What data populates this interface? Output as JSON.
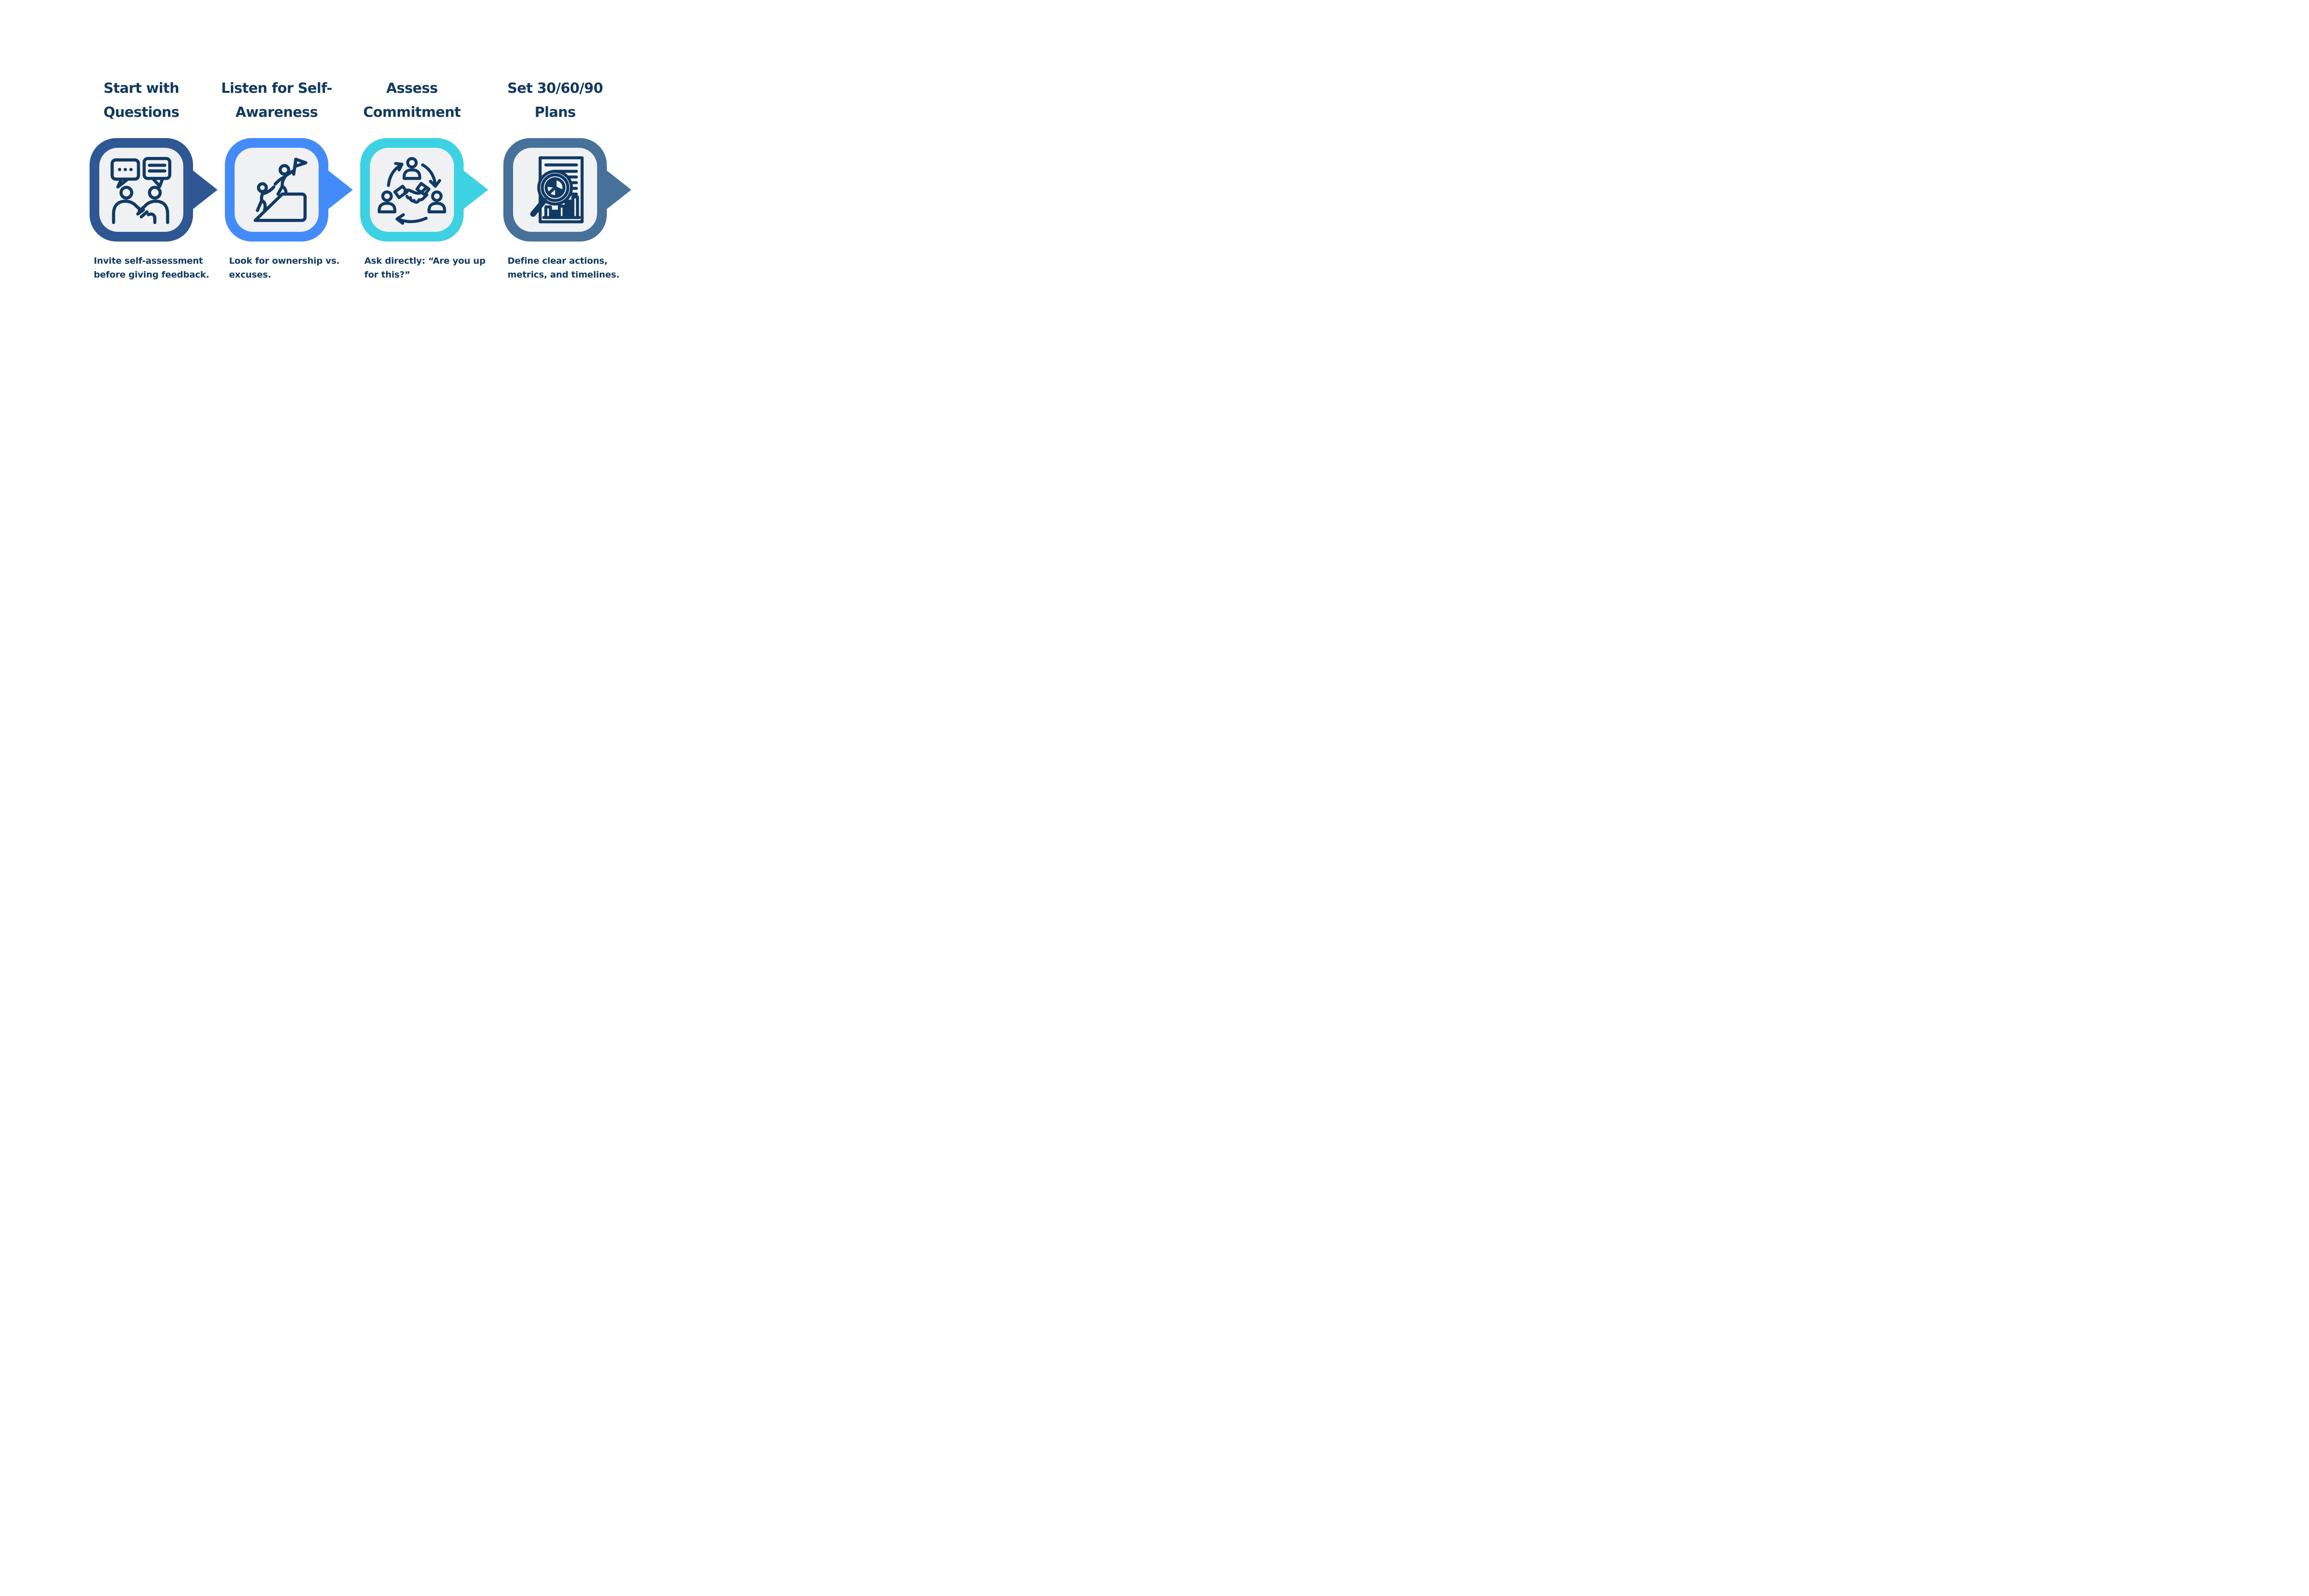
{
  "page": {
    "background": "#ffffff",
    "type_label": "4-step coaching process infographic"
  },
  "colors": {
    "text": "#12395f",
    "icon_stroke": "#113a63",
    "panel_fill": "#eff1f3"
  },
  "steps": [
    {
      "title": "Start with Questions",
      "title_lines": [
        "Start with",
        "Questions"
      ],
      "description": "Invite self-assessment before giving feedback.",
      "description_lines": [
        "Invite self-assessment",
        "before giving feedback."
      ],
      "accent_color": "#2e5794",
      "icon": "conversation-icon"
    },
    {
      "title": "Listen for Self-Awareness",
      "title_lines": [
        "Listen for Self-",
        "Awareness"
      ],
      "description": "Look for ownership vs. excuses.",
      "description_lines": [
        "Look for ownership vs.",
        "excuses."
      ],
      "accent_color": "#448bfa",
      "icon": "climb-flag-icon"
    },
    {
      "title": "Assess Commitment",
      "title_lines": [
        "Assess",
        "Commitment"
      ],
      "description": "Ask directly: “Are you up for this?”",
      "description_lines": [
        "Ask directly: “Are you up",
        "for this?”"
      ],
      "accent_color": "#3dd2e3",
      "icon": "handshake-cycle-icon"
    },
    {
      "title": "Set 30/60/90 Plans",
      "title_lines": [
        "Set 30/60/90",
        "Plans"
      ],
      "description": "Define clear actions, metrics, and timelines.",
      "description_lines": [
        "Define clear actions,",
        "metrics, and timelines."
      ],
      "accent_color": "#477199",
      "icon": "report-magnifier-icon"
    }
  ]
}
